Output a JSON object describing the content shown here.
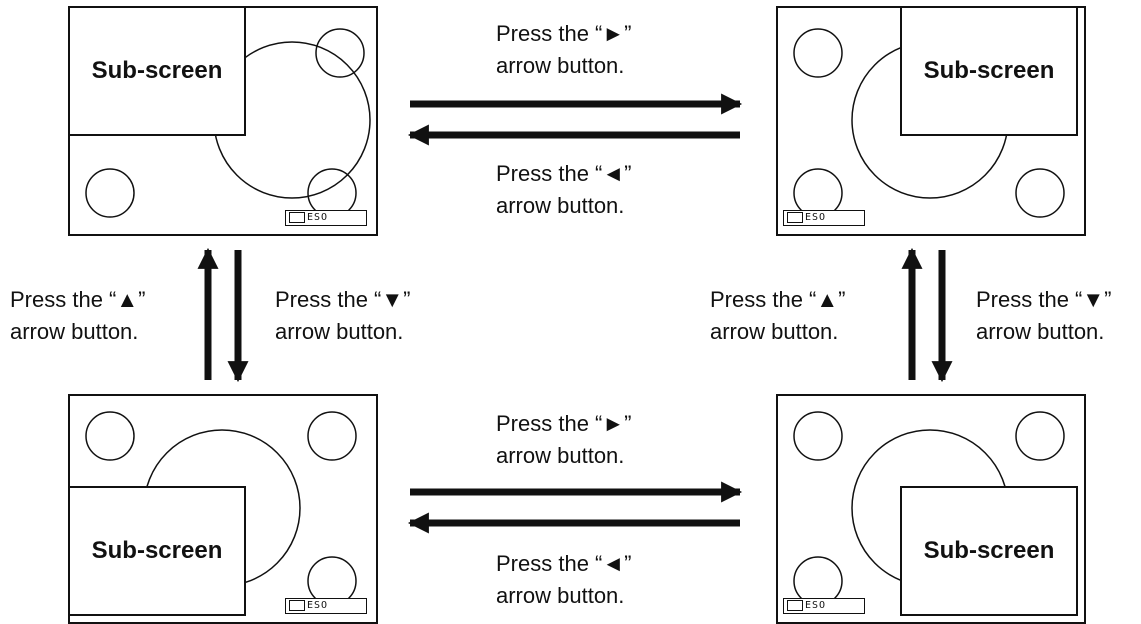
{
  "sub_screen_label": "Sub-screen",
  "badge_text": "ESO",
  "instructions": {
    "right": {
      "line1": "Press the “►”",
      "line2": "arrow button."
    },
    "left": {
      "line1": "Press the “◄”",
      "line2": "arrow button."
    },
    "up": {
      "line1": "Press the “▲”",
      "line2": "arrow button."
    },
    "down": {
      "line1": "Press the “▼”",
      "line2": "arrow button."
    }
  }
}
